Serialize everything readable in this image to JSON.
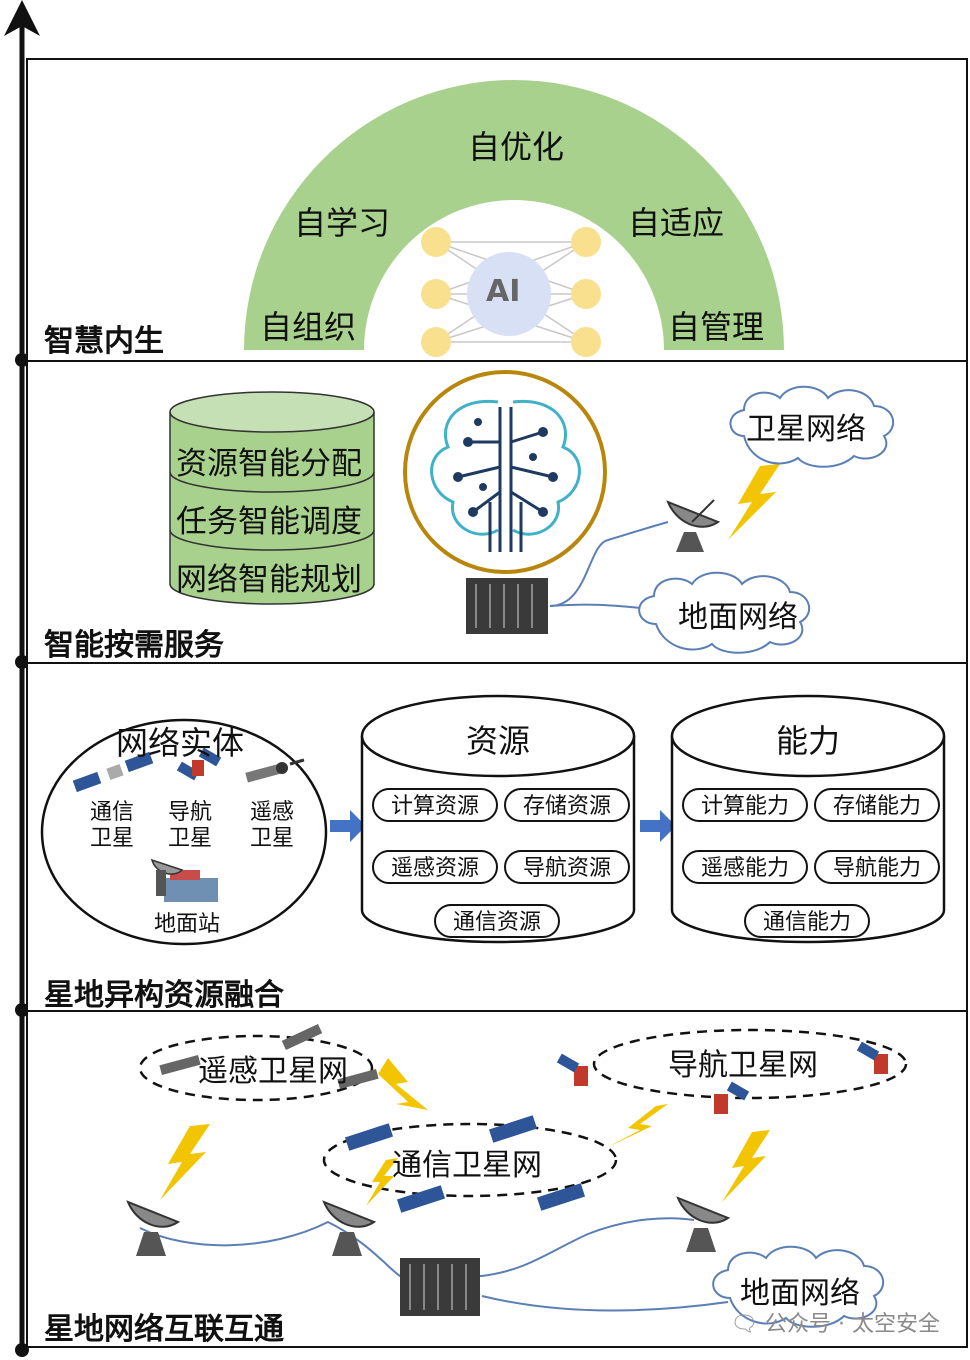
{
  "layers": {
    "intelligence": {
      "title": "智慧内生",
      "arc_labels": [
        "自组织",
        "自学习",
        "自优化",
        "自适应",
        "自管理"
      ],
      "ai_label": "AI"
    },
    "services": {
      "title": "智能按需服务",
      "stack_items": [
        "资源智能分配",
        "任务智能调度",
        "网络智能规划"
      ],
      "satellite_cloud": "卫星网络",
      "ground_cloud": "地面网络"
    },
    "fusion": {
      "title": "星地异构资源融合",
      "entity_title": "网络实体",
      "entities": [
        "通信\n卫星",
        "导航\n卫星",
        "遥感\n卫星",
        "地面站"
      ],
      "resources_title": "资源",
      "resources": [
        "计算资源",
        "存储资源",
        "遥感资源",
        "导航资源",
        "通信资源"
      ],
      "abilities_title": "能力",
      "abilities": [
        "计算能力",
        "存储能力",
        "遥感能力",
        "导航能力",
        "通信能力"
      ]
    },
    "interconnect": {
      "title": "星地网络互联互通",
      "remote_net": "遥感卫星网",
      "nav_net": "导航卫星网",
      "comm_net": "通信卫星网",
      "ground_cloud": "地面网络"
    }
  },
  "watermark": "公众号 · 太空安全",
  "colors": {
    "arc_green": "#a9d18e",
    "ai_node": "#f8e08e",
    "ai_core": "#d7e0f5",
    "brain_ring": "#b8860b",
    "arrow_blue": "#4472c4",
    "bolt": "#f2c500",
    "link_blue": "#5b7fb5"
  }
}
